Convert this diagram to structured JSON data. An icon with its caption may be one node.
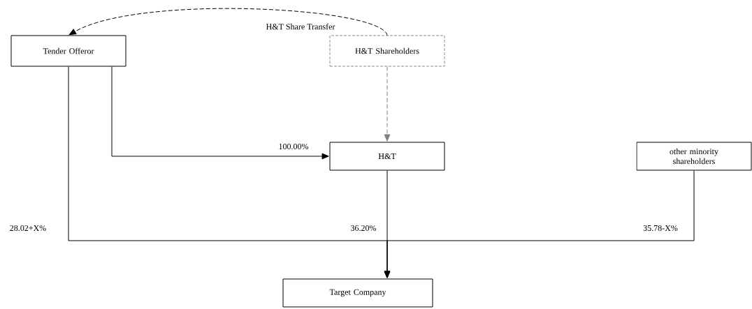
{
  "diagram": {
    "nodes": [
      {
        "text": [
          "Tender Offeror"
        ]
      },
      {
        "text": [
          "H&T Shareholders"
        ]
      },
      {
        "text": [
          "H&T"
        ]
      },
      {
        "text": [
          "other minority shareholders"
        ]
      },
      {
        "text": [
          "Target Company"
        ]
      }
    ],
    "edges": [
      {
        "from": 1,
        "to": 0,
        "arrow": "to",
        "label": "H&T Share Transfer",
        "style": "dashed"
      },
      {
        "from": 1,
        "to": 2,
        "arrow": "to",
        "style": "dashed",
        "color": "#808080"
      },
      {
        "from": 0,
        "to": 2,
        "arrow": "to",
        "label": "100.00%"
      },
      {
        "from": 0,
        "to": 4,
        "arrow": "to",
        "label": "28.02+X%"
      },
      {
        "from": 2,
        "to": 4,
        "arrow": "to",
        "label": "36.20%"
      },
      {
        "from": 3,
        "to": 4,
        "arrow": "to",
        "label": "35.78-X%"
      }
    ]
  }
}
